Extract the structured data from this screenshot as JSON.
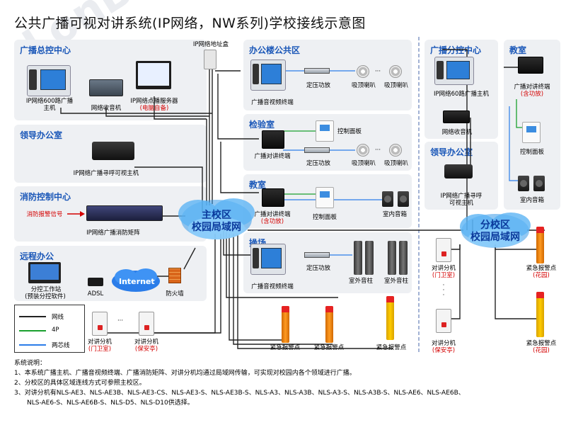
{
  "page": {
    "title": "公共广播可视对讲系统(IP网络，NW系列)学校接线示意图",
    "watermark": "LonBon"
  },
  "zones": {
    "master_center": {
      "title": "广播总控中心",
      "host": "IP网络600路广播主机",
      "receiver": "网络收音机",
      "server": "IP网络点播服务器",
      "server_note": "(电脑自备)"
    },
    "ip_box": "IP网络地址盒",
    "leader_office": {
      "title": "领导办公室",
      "host": "IP网络广播寻呼可视主机"
    },
    "fire_center": {
      "title": "消防控制中心",
      "fire_signal": "消防报警信号",
      "matrix": "IP网络广播消防矩阵"
    },
    "remote_office": {
      "title": "远程办公",
      "workstation": "分控工作站",
      "workstation_note": "(预装分控软件)",
      "adsl": "ADSL",
      "internet": "Internet",
      "firewall": "防火墙"
    },
    "office_public": {
      "title": "办公楼公共区",
      "terminal": "广播音视频终端",
      "amp": "定压功放",
      "speaker1": "吸顶喇叭",
      "speaker2": "吸顶喇叭"
    },
    "lab": {
      "title": "检验室",
      "terminal": "广播对讲终端",
      "control": "控制面板",
      "amp": "定压功放",
      "speaker1": "吸顶喇叭",
      "speaker2": "吸顶喇叭"
    },
    "classroom_main": {
      "title": "教室",
      "terminal": "广播对讲终端",
      "terminal_note": "(含功放)",
      "control": "控制面板",
      "speaker": "室内音箱"
    },
    "playground": {
      "title": "操场",
      "terminal": "广播音视频终端",
      "amp": "定压功放",
      "column1": "室外音柱",
      "column2": "室外音柱"
    },
    "main_lan": {
      "line1": "主校区",
      "line2": "校园局域网"
    },
    "main_bottom": {
      "intercom1": "对讲分机",
      "intercom1_loc": "(门卫室)",
      "intercom2": "对讲分机",
      "intercom2_loc": "(保安亭)",
      "alarm1": "紧急报警点",
      "alarm2": "紧急报警点",
      "alarm3": "紧急报警点",
      "dots": "···"
    },
    "branch_center": {
      "title": "广播分控中心",
      "host": "IP网络60路广播主机",
      "receiver": "网络收音机"
    },
    "branch_leader": {
      "title": "领导办公室",
      "host_line1": "IP网络广播寻呼",
      "host_line2": "可视主机"
    },
    "branch_classroom": {
      "title": "教室",
      "terminal": "广播对讲终端",
      "terminal_note": "(含功放)",
      "control": "控制面板",
      "speaker": "室内音箱"
    },
    "branch_lan": {
      "line1": "分校区",
      "line2": "校园局域网"
    },
    "branch_bottom": {
      "intercom1": "对讲分机",
      "intercom1_loc": "(门卫室)",
      "intercom2": "对讲分机",
      "intercom2_loc": "(保安亭)",
      "alarm1": "紧急报警点",
      "alarm1_loc": "(花园)",
      "alarm2": "紧急报警点",
      "alarm2_loc": "(花园)"
    }
  },
  "legend": {
    "items": [
      {
        "label": "网线",
        "color": "#222222"
      },
      {
        "label": "4P",
        "color": "#1aa02e"
      },
      {
        "label": "两芯线",
        "color": "#2b7de9"
      }
    ]
  },
  "notes": {
    "heading": "系统说明：",
    "line1": "1、本系统广播主机、广播音视频终端、广播消防矩阵、对讲分机均通过局域网传输，可实现对校园内各个领域进行广播。",
    "line2": "2、分校区的具体区域连线方式可参照主校区。",
    "line3": "3、对讲分机有NLS-AE3、NLS-AE3B、NLS-AE3-CS、NLS-AE3-S、NLS-AE3B-S、NLS-A3、NLS-A3B、NLS-A3-S、NLS-A3B-S、NLS-AE6、NLS-AE6B、",
    "line4": "NLS-AE6-S、NLS-AE6B-S、NLS-D5、NLS-D10供选择。"
  },
  "colors": {
    "zone_title": "#1a57b8",
    "panel_bg": "#eef0f3",
    "cloud": "#3a9ae8",
    "red_note": "#d40000"
  }
}
